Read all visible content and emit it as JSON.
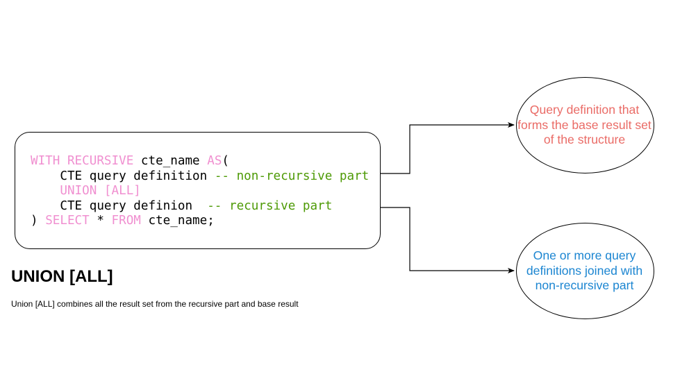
{
  "code_block": {
    "lines": [
      {
        "tokens": [
          {
            "text": "WITH RECURSIVE",
            "role": "keyword"
          },
          {
            "text": " cte_name ",
            "role": "text"
          },
          {
            "text": "AS",
            "role": "keyword"
          },
          {
            "text": "(",
            "role": "text"
          }
        ]
      },
      {
        "tokens": [
          {
            "text": "    CTE query definition ",
            "role": "text"
          },
          {
            "text": "-- non-recursive part",
            "role": "comment"
          }
        ]
      },
      {
        "tokens": [
          {
            "text": "    UNION [ALL]",
            "role": "keyword"
          }
        ]
      },
      {
        "tokens": [
          {
            "text": "    CTE query definion  ",
            "role": "text"
          },
          {
            "text": "-- recursive part",
            "role": "comment"
          }
        ]
      },
      {
        "tokens": [
          {
            "text": ") ",
            "role": "text"
          },
          {
            "text": "SELECT",
            "role": "keyword"
          },
          {
            "text": " * ",
            "role": "text"
          },
          {
            "text": "FROM",
            "role": "keyword"
          },
          {
            "text": " cte_name;",
            "role": "text"
          }
        ]
      }
    ]
  },
  "nodes": {
    "base_result": {
      "label": "Query definition that forms the base result set of the structure",
      "color": "#ea6b66"
    },
    "recursive_part": {
      "label": "One or more query definitions joined with non-recursive part",
      "color": "#1b85d1"
    }
  },
  "section": {
    "heading": "UNION [ALL]",
    "description": "Union [ALL] combines all the result set from the recursive part and base result"
  },
  "colors": {
    "keyword": "#f08fd0",
    "comment": "#4e9a06",
    "text": "#000000",
    "border": "#000000"
  }
}
